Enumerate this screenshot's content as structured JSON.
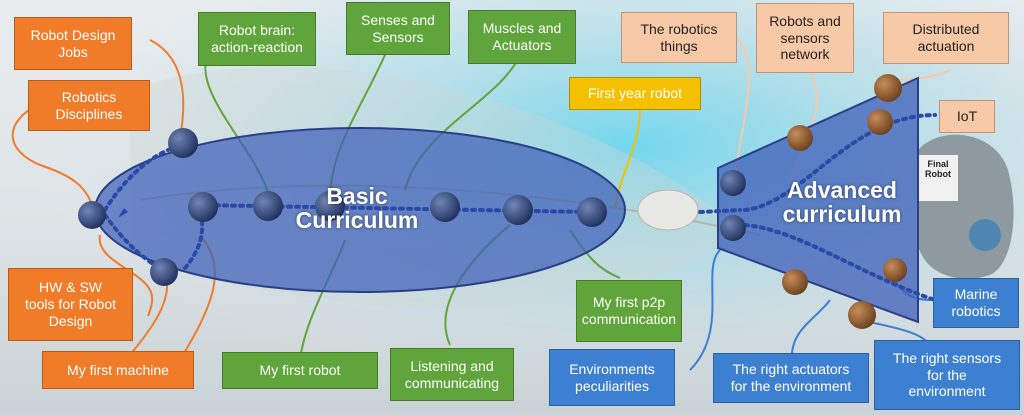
{
  "diagram": {
    "basic_label": "Basic\nCurriculum",
    "advanced_label": "Advanced\ncurriculum",
    "final_robot_label": "Final\nRobot",
    "boxes": {
      "robot_design_jobs": "Robot Design\nJobs",
      "robotics_disciplines": "Robotics\nDisciplines",
      "hw_sw_tools": "HW & SW\ntools for Robot\nDesign",
      "my_first_machine": "My first machine",
      "robot_brain": "Robot brain:\naction-reaction",
      "senses_sensors": "Senses and\nSensors",
      "muscles_actuators": "Muscles and\nActuators",
      "first_year_robot": "First year robot",
      "robotics_things": "The robotics\nthings",
      "robots_sensors_network": "Robots and\nsensors\nnetwork",
      "distributed_actuation": "Distributed\nactuation",
      "iot": "IoT",
      "marine_robotics": "Marine\nrobotics",
      "my_first_robot": "My first robot",
      "listening_communicating": "Listening and\ncommunicating",
      "my_first_p2p": "My first p2p\ncommunication",
      "environments_peculiarities": "Environments\npeculiarities",
      "right_actuators": "The right actuators\nfor the environment",
      "right_sensors": "The right sensors\nfor the\nenvironment"
    },
    "colors": {
      "orange": "#f07c2a",
      "peach": "#f8c9a6",
      "green": "#5fa53b",
      "yellow": "#f5c000",
      "blue": "#3d7fd0",
      "ellipse": "#3f5fb8"
    }
  }
}
